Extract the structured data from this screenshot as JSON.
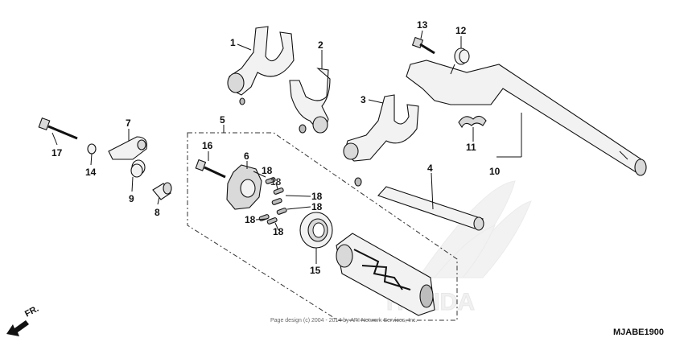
{
  "diagram": {
    "id_code": "MJABE1900",
    "copyright": "Page design (c) 2004 - 2014 by ARI Network Services, Inc.",
    "front_indicator": "FR.",
    "watermark": "HONDA",
    "callouts": [
      "1",
      "2",
      "3",
      "4",
      "5",
      "6",
      "7",
      "8",
      "9",
      "10",
      "11",
      "12",
      "13",
      "14",
      "15",
      "16",
      "17",
      "18",
      "18",
      "18",
      "18",
      "18",
      "18"
    ]
  }
}
